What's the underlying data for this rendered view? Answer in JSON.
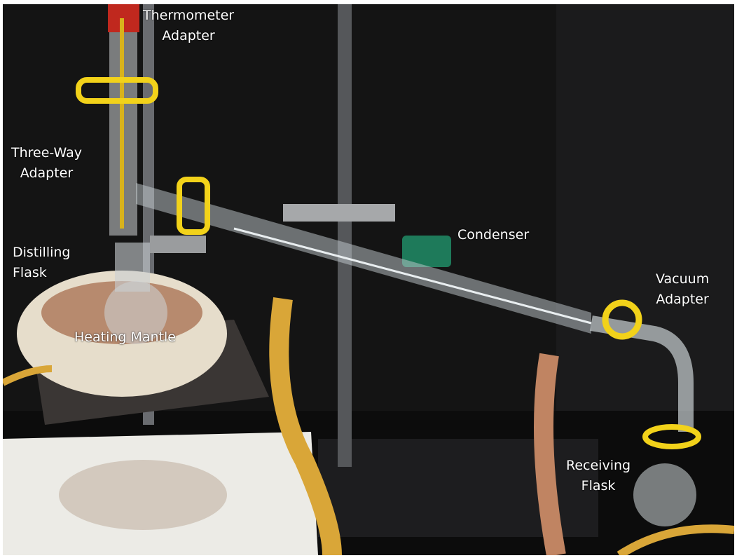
{
  "labels": {
    "thermometer_adapter": [
      "Thermometer",
      "Adapter"
    ],
    "three_way_adapter": [
      "Three-Way",
      "Adapter"
    ],
    "distilling_flask": [
      "Distilling",
      "Flask"
    ],
    "heating_mantle": "Heating Mantle",
    "condenser": "Condenser",
    "vacuum_adapter": [
      "Vacuum",
      "Adapter"
    ],
    "receiving_flask": [
      "Receiving",
      "Flask"
    ]
  },
  "colors": {
    "background": "#121212",
    "clip_yellow": "#f2d21a",
    "tubing_yellow": "#d9a638",
    "tubing_brown": "#c08462",
    "mantle": "#e8e0cf",
    "hotplate": "#eeeeea",
    "clamp_green": "#1e7a5a"
  }
}
